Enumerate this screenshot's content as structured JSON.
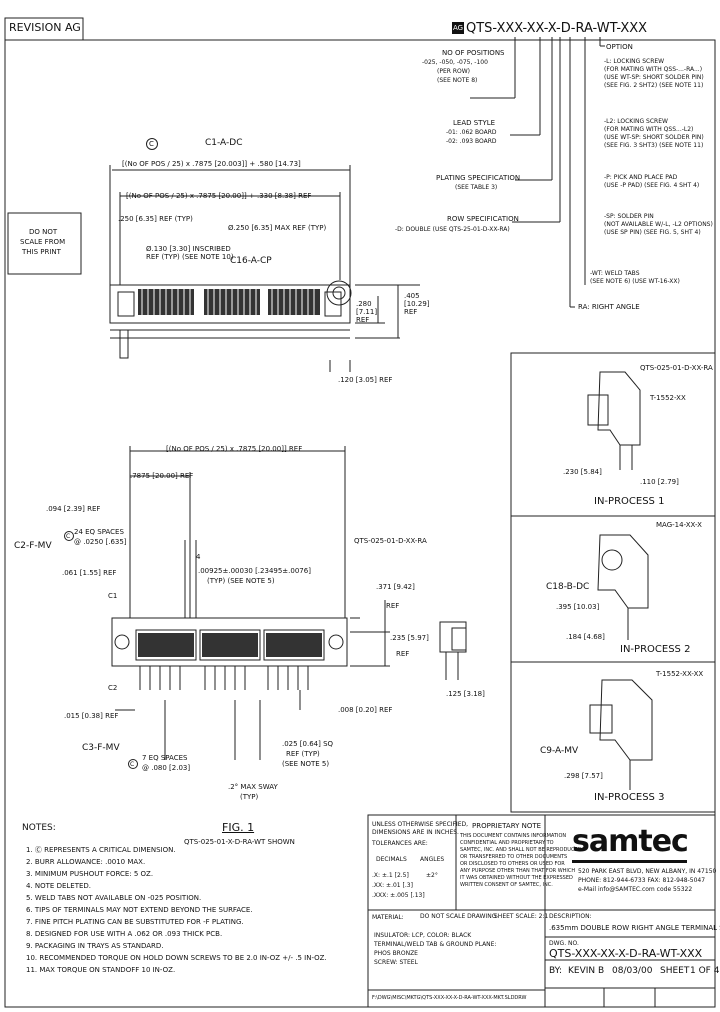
{
  "revision": "REVISION AG",
  "part_code": {
    "rev_badge": "AG",
    "code": "QTS-XXX-XX-X-D-RA-WT-XXX"
  },
  "option_labels": {
    "no_of_positions": [
      "NO OF POSITIONS",
      "-025, -050, -075, -100",
      "(PER ROW)",
      "(SEE NOTE 8)"
    ],
    "lead_style": [
      "LEAD STYLE",
      "-01: .062 BOARD",
      "-02: .093 BOARD"
    ],
    "plating": [
      "PLATING SPECIFICATION",
      "(SEE TABLE 3)"
    ],
    "row_spec": [
      "ROW SPECIFICATION",
      "-D: DOUBLE (USE QTS-25-01-D-XX-RA)"
    ],
    "option": [
      "OPTION"
    ],
    "option_l": [
      "-L: LOCKING SCREW",
      "(FOR MATING WITH QSS-...-RA...)",
      "(USE WT-SP: SHORT SOLDER PIN)",
      "(SEE FIG. 2 SHT2) (SEE NOTE 11)"
    ],
    "option_l2": [
      "-L2: LOCKING SCREW",
      "(FOR MATING WITH QSS...-L2)",
      "(USE WT-SP: SHORT SOLDER PIN)",
      "(SEE FIG. 3 SHT3) (SEE NOTE 11)"
    ],
    "option_p": [
      "-P: PICK AND PLACE PAD",
      "(USE -P PAD) (SEE FIG. 4 SHT 4)"
    ],
    "option_sp": [
      "-SP: SOLDER PIN",
      "(NOT AVAILABLE W/-L, -L2 OPTIONS)",
      "(USE SP PIN) (SEE FIG. 5, SHT 4)"
    ],
    "weld_tabs": [
      "-WT: WELD TABS",
      "(SEE NOTE 6) (USE WT-16-XX)"
    ],
    "right_angle": [
      "RA: RIGHT ANGLE"
    ]
  },
  "top_view": {
    "callout_circle": "C",
    "c1_label": "C1-A-DC",
    "dim1": "[(No OF POS / 25) x .7875 [20.003]] + .580 [14.73]",
    "dim2": "[(No OF POS / 25) x .7875 [20.00]] + .330 [8.38] REF",
    "dim3": ".250 [6.35] REF (TYP)",
    "dim4": "Ø.250 [6.35] MAX REF (TYP)",
    "dim5": "Ø.130 [3.30] INSCRIBED REF (TYP) (SEE NOTE 10)",
    "c16_label": "C16-A-CP",
    "dim6": ".280 [7.11] REF",
    "dim7": ".405 [10.29] REF",
    "dim8": ".120 [3.05] REF"
  },
  "do_not_scale": [
    "DO NOT",
    "SCALE FROM",
    "THIS PRINT"
  ],
  "front_view": {
    "dim_top": "[(No OF POS / 25) x .7875 [20.00]] REF",
    "dim_pitch": ".7875 [20.00] REF",
    "dim_094": ".094 [2.39] REF",
    "eq_spaces": [
      "24 EQ SPACES",
      "@ .0250 [.635]"
    ],
    "callout_circle": "C",
    "c2_label": "C2-F-MV",
    "dim_061": ".061 [1.55] REF",
    "dim_pin": ".00925±.00030 [.23495±.0076]",
    "dim_pin2": "(TYP) (SEE NOTE 5)",
    "qts_label": "QTS-025-01-D-XX-RA",
    "c1": "C1",
    "c2": "C2",
    "dim_371": ".371 [9.42]",
    "dim_371b": "REF",
    "dim_235": ".235 [5.97]",
    "dim_235b": "REF",
    "dim_125": ".125 [3.18]",
    "dim_015": ".015 [0.38] REF",
    "dim_008": ".008 [0.20] REF",
    "c3_label": "C3-F-MV",
    "c3_circle": "C",
    "c3_spaces": [
      "7 EQ SPACES",
      "@ .080 [2.03]"
    ],
    "dim_025sq": [
      ".025 [0.64] SQ",
      "REF (TYP)",
      "(SEE NOTE 5)"
    ],
    "max_sway": [
      ".2° MAX SWAY",
      "(TYP)"
    ],
    "arrow_label": "4"
  },
  "fig1": {
    "title": "FIG. 1",
    "subtitle": "QTS-025-01-X-D-RA-WT SHOWN"
  },
  "in_process": {
    "p1_part": "QTS-025-01-D-XX-RA",
    "p1_sub": "T-1552-XX",
    "p1_dim1": ".230 [5.84]",
    "p1_dim2": ".110 [2.79]",
    "p1_label": "IN-PROCESS 1",
    "p2_part": "MAG-14-XX-X",
    "p2_c": "C18-B-DC",
    "p2_dim1": ".395 [10.03]",
    "p2_dim2": ".184 [4.68]",
    "p2_label": "IN-PROCESS 2",
    "p3_part": "T-1552-XX-XX",
    "p3_c": "C9-A-MV",
    "p3_dim": ".298 [7.57]",
    "p3_label": "IN-PROCESS 3"
  },
  "notes": {
    "heading": "NOTES:",
    "items": [
      "1.  Ⓒ REPRESENTS A CRITICAL DIMENSION.",
      "2.  BURR ALLOWANCE: .0010 MAX.",
      "3.  MINIMUM PUSHOUT FORCE: 5 OZ.",
      "4.  NOTE DELETED.",
      "5.  WELD TABS NOT AVAILABLE ON -025 POSITION.",
      "6.  TIPS OF TERMINALS MAY NOT EXTEND BEYOND THE SURFACE.",
      "7.  FINE PITCH PLATING CAN BE SUBSTITUTED FOR -F PLATING.",
      "8.  DESIGNED FOR USE WITH A .062 OR .093 THICK PCB.",
      "9.  PACKAGING IN TRAYS AS STANDARD.",
      "10. RECOMMENDED TORQUE ON HOLD DOWN SCREWS TO BE 2.0 IN-OZ +/- .5 IN-OZ.",
      "11. MAX TORQUE ON STANDOFF 10 IN-OZ."
    ]
  },
  "title_block": {
    "tolerance_head": [
      "UNLESS OTHERWISE SPECIFIED,",
      "DIMENSIONS ARE IN INCHES.",
      "TOLERANCES ARE:"
    ],
    "tol_decimal": "DECIMALS",
    "tol_angles": "ANGLES",
    "tol_rows": [
      ".X: ±.1 [2.5]",
      ".XX: ±.01 [.3]",
      ".XXX: ±.005 [.13]"
    ],
    "tol_angle_val": "±2°",
    "proprietary_head": "PROPRIETARY NOTE",
    "proprietary_text": [
      "THIS DOCUMENT CONTAINS INFORMATION",
      "CONFIDENTIAL AND PROPRIETARY TO",
      "SAMTEC, INC. AND SHALL NOT BE REPRODUCED",
      "OR TRANSFERRED TO OTHER DOCUMENTS",
      "OR DISCLOSED TO OTHERS OR USED FOR",
      "ANY PURPOSE OTHER THAN THAT FOR WHICH",
      "IT WAS OBTAINED WITHOUT THE EXPRESSED",
      "WRITTEN CONSENT OF SAMTEC, INC."
    ],
    "logo": "samtec",
    "address": [
      "520 PARK EAST BLVD, NEW ALBANY, IN 47150",
      "PHONE: 812-944-6733   FAX: 812-948-5047",
      "e-Mail info@SAMTEC.com   code 55322"
    ],
    "material_label": "MATERIAL:",
    "do_not_scale": "DO NOT SCALE DRAWING",
    "sheet_scale": "SHEET SCALE: 2:1",
    "material_lines": [
      "INSULATOR: LCP, COLOR: BLACK",
      "TERMINAL/WELD TAB & GROUND PLANE:",
      "PHOS BRONZE",
      "SCREW: STEEL"
    ],
    "file_path": "F:\\DWG\\MISC\\MKTG\\QTS-XXX-XX-X-D-RA-WT-XXX-MKT.SLDDRW",
    "description_label": "DESCRIPTION:",
    "description": ".635mm DOUBLE ROW RIGHT ANGLE TERMINAL STRIP",
    "dwg_label": "DWG. NO.",
    "dwg_no": "QTS-XXX-XX-X-D-RA-WT-XXX",
    "by_label": "BY:",
    "by_name": "KEVIN B",
    "date": "08/03/00",
    "sheet_label": "SHEET",
    "sheet_val": "1 OF 4"
  }
}
